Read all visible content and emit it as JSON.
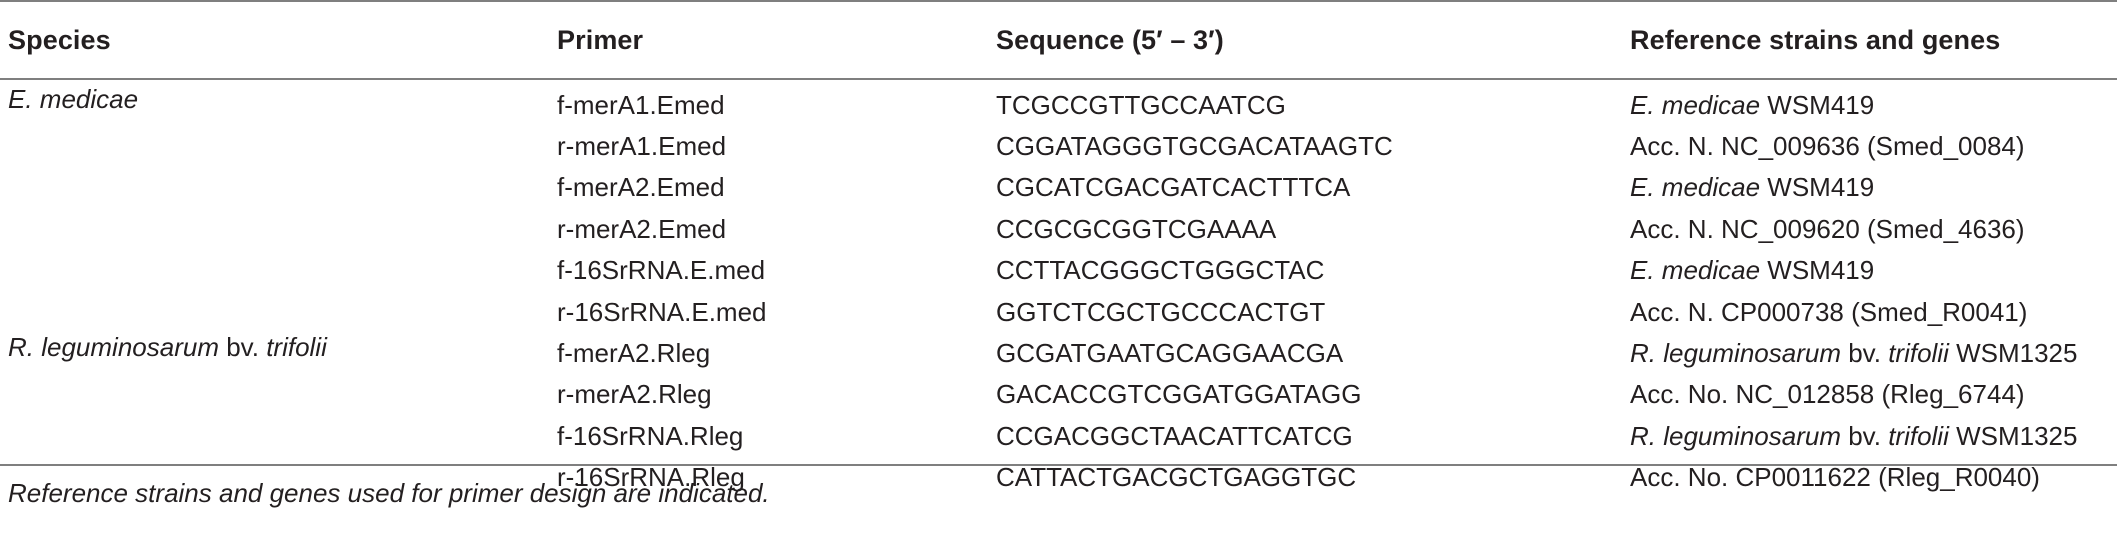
{
  "headers": {
    "species": "Species",
    "primer": "Primer",
    "sequence": "Sequence (5′ – 3′)",
    "reference": "Reference strains and genes"
  },
  "rows": [
    {
      "species_it": "E. medicae",
      "species_rest": "",
      "species_it2": "",
      "primer": "f-merA1.Emed",
      "sequence": "TCGCCGTTGCCAATCG",
      "ref_it": "E. medicae",
      "ref_rest": " WSM419",
      "ref_it2": "",
      "ref_tail": ""
    },
    {
      "species_it": "",
      "species_rest": "",
      "species_it2": "",
      "primer": "r-merA1.Emed",
      "sequence": "CGGATAGGGTGCGACATAAGTC",
      "ref_it": "",
      "ref_rest": "Acc. N. NC_009636 (Smed_0084)",
      "ref_it2": "",
      "ref_tail": ""
    },
    {
      "species_it": "",
      "species_rest": "",
      "species_it2": "",
      "primer": "f-merA2.Emed",
      "sequence": "CGCATCGACGATCACTTTCA",
      "ref_it": "E. medicae",
      "ref_rest": " WSM419",
      "ref_it2": "",
      "ref_tail": ""
    },
    {
      "species_it": "",
      "species_rest": "",
      "species_it2": "",
      "primer": "r-merA2.Emed",
      "sequence": "CCGCGCGGTCGAAAA",
      "ref_it": "",
      "ref_rest": "Acc. N. NC_009620 (Smed_4636)",
      "ref_it2": "",
      "ref_tail": ""
    },
    {
      "species_it": "",
      "species_rest": "",
      "species_it2": "",
      "primer": "f-16SrRNA.E.med",
      "sequence": "CCTTACGGGCTGGGCTAC",
      "ref_it": "E. medicae",
      "ref_rest": " WSM419",
      "ref_it2": "",
      "ref_tail": ""
    },
    {
      "species_it": "",
      "species_rest": "",
      "species_it2": "",
      "primer": "r-16SrRNA.E.med",
      "sequence": "GGTCTCGCTGCCCACTGT",
      "ref_it": "",
      "ref_rest": "Acc. N. CP000738 (Smed_R0041)",
      "ref_it2": "",
      "ref_tail": ""
    },
    {
      "species_it": "R. leguminosarum",
      "species_rest": " bv. ",
      "species_it2": "trifolii",
      "primer": "f-merA2.Rleg",
      "sequence": "GCGATGAATGCAGGAACGA",
      "ref_it": "R. leguminosarum",
      "ref_rest": " bv. ",
      "ref_it2": "trifolii",
      "ref_tail": " WSM1325"
    },
    {
      "species_it": "",
      "species_rest": "",
      "species_it2": "",
      "primer": "r-merA2.Rleg",
      "sequence": "GACACCGTCGGATGGATAGG",
      "ref_it": "",
      "ref_rest": "Acc. No. NC_012858 (Rleg_6744)",
      "ref_it2": "",
      "ref_tail": ""
    },
    {
      "species_it": "",
      "species_rest": "",
      "species_it2": "",
      "primer": "f-16SrRNA.Rleg",
      "sequence": "CCGACGGCTAACATTCATCG",
      "ref_it": "R. leguminosarum",
      "ref_rest": " bv. ",
      "ref_it2": "trifolii",
      "ref_tail": " WSM1325"
    },
    {
      "species_it": "",
      "species_rest": "",
      "species_it2": "",
      "primer": "r-16SrRNA.Rleg",
      "sequence": "CATTACTGACGCTGAGGTGC",
      "ref_it": "",
      "ref_rest": "Acc. No. CP0011622 (Rleg_R0040)",
      "ref_it2": "",
      "ref_tail": ""
    }
  ],
  "footnote": "Reference strains and genes used for primer design are indicated."
}
